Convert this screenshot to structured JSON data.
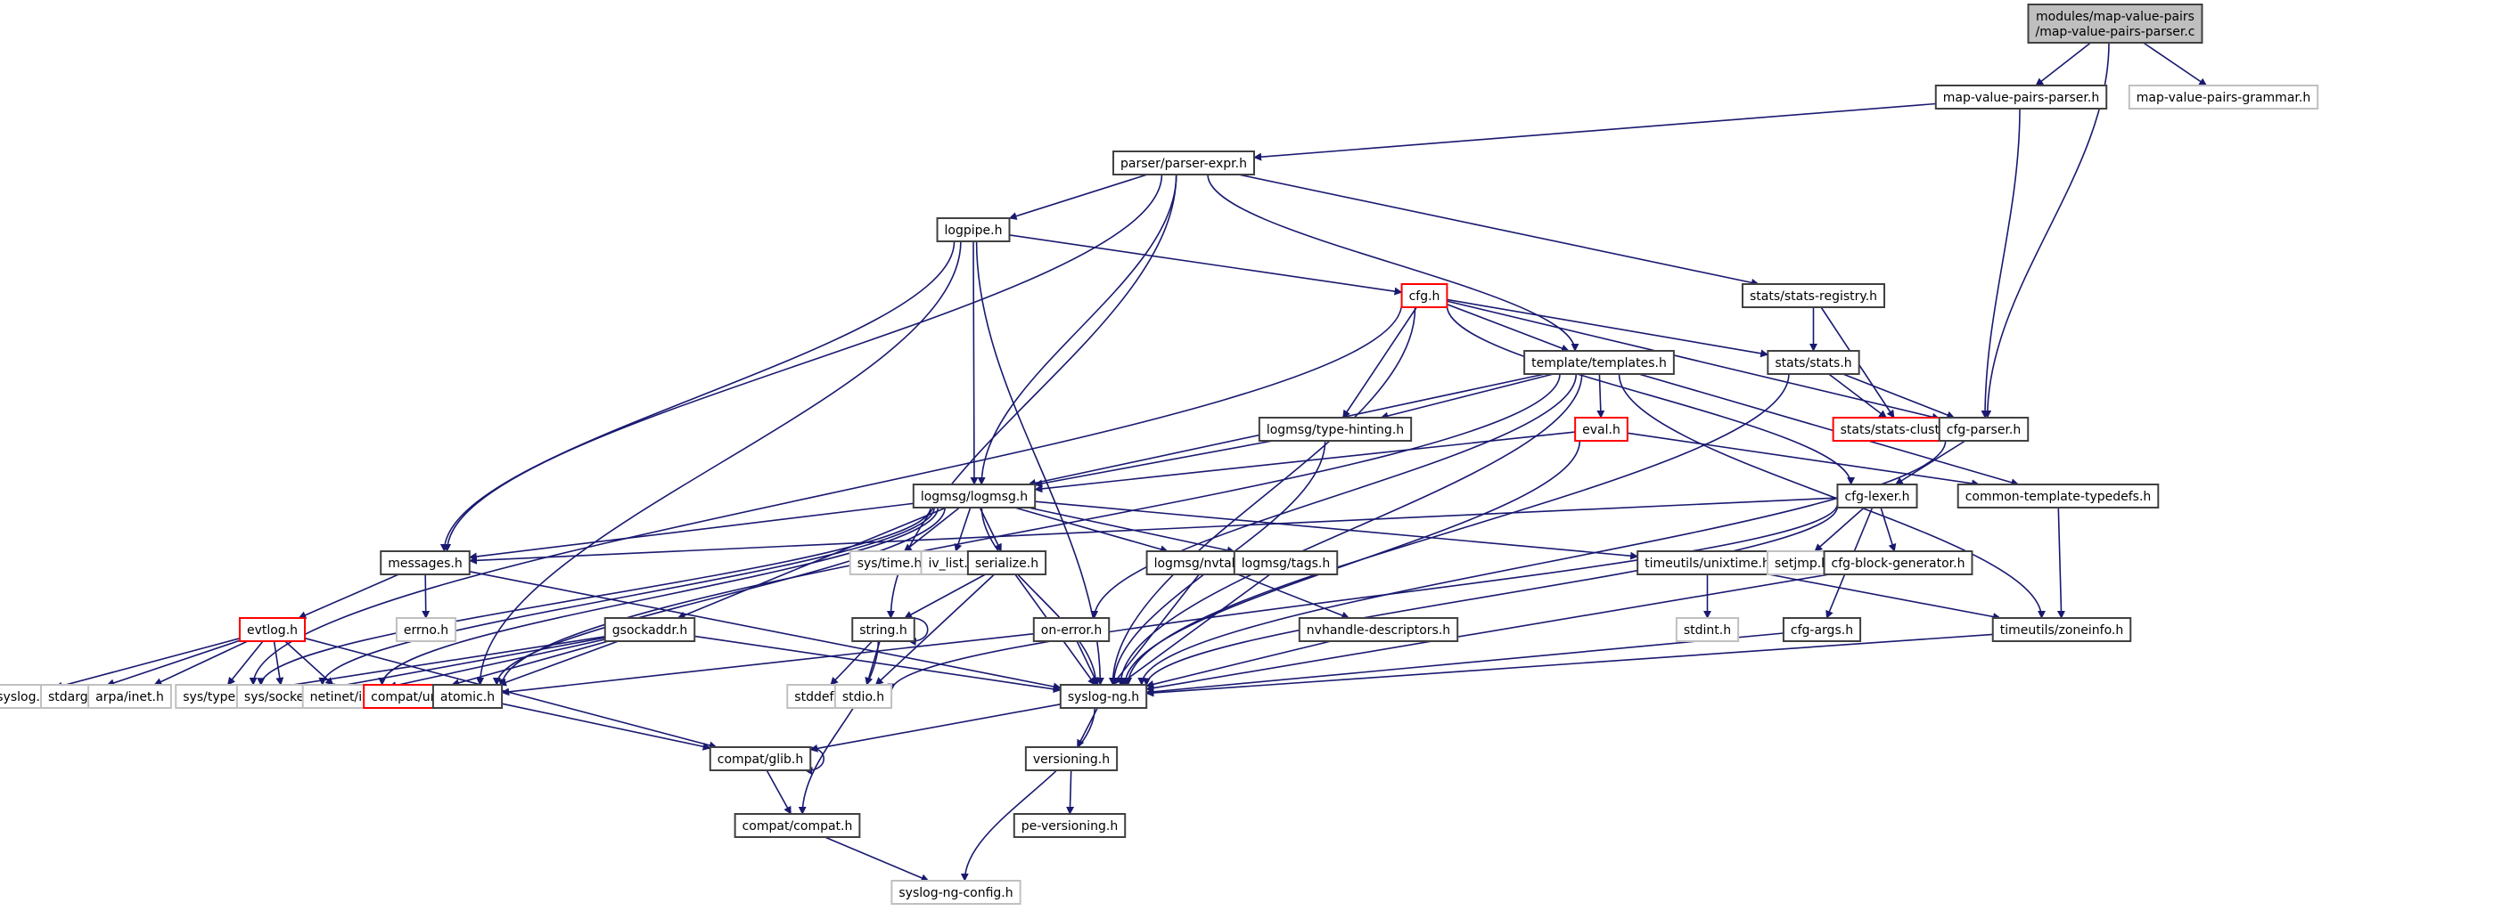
{
  "title": "modules/map-value-pairs/map-value-pairs-parser.c",
  "legend": {
    "root_fill": "#bfbfbf",
    "normal_border": "#404040",
    "external_border": "#c0c0c0",
    "truncated_border": "#ff0000",
    "edge_color": "#191970"
  },
  "nodes": [
    {
      "id": "root",
      "label": [
        "modules/map-value-pairs",
        "/map-value-pairs-parser.c"
      ],
      "kind": "root"
    },
    {
      "id": "mvp_parser_h",
      "label": [
        "map-value-pairs-parser.h"
      ],
      "kind": "normal"
    },
    {
      "id": "mvp_grammar_h",
      "label": [
        "map-value-pairs-grammar.h"
      ],
      "kind": "external"
    },
    {
      "id": "parser_expr_h",
      "label": [
        "parser/parser-expr.h"
      ],
      "kind": "normal"
    },
    {
      "id": "logpipe_h",
      "label": [
        "logpipe.h"
      ],
      "kind": "normal"
    },
    {
      "id": "cfg_h",
      "label": [
        "cfg.h"
      ],
      "kind": "truncated"
    },
    {
      "id": "stats_registry_h",
      "label": [
        "stats/stats-registry.h"
      ],
      "kind": "normal"
    },
    {
      "id": "templates_h",
      "label": [
        "template/templates.h"
      ],
      "kind": "normal"
    },
    {
      "id": "stats_h",
      "label": [
        "stats/stats.h"
      ],
      "kind": "normal"
    },
    {
      "id": "type_hinting_h",
      "label": [
        "logmsg/type-hinting.h"
      ],
      "kind": "normal"
    },
    {
      "id": "eval_h",
      "label": [
        "eval.h"
      ],
      "kind": "truncated"
    },
    {
      "id": "stats_cluster_h",
      "label": [
        "stats/stats-cluster.h"
      ],
      "kind": "truncated"
    },
    {
      "id": "cfg_parser_h",
      "label": [
        "cfg-parser.h"
      ],
      "kind": "normal"
    },
    {
      "id": "logmsg_h",
      "label": [
        "logmsg/logmsg.h"
      ],
      "kind": "normal"
    },
    {
      "id": "cfg_lexer_h",
      "label": [
        "cfg-lexer.h"
      ],
      "kind": "normal"
    },
    {
      "id": "common_tt_h",
      "label": [
        "common-template-typedefs.h"
      ],
      "kind": "normal"
    },
    {
      "id": "messages_h",
      "label": [
        "messages.h"
      ],
      "kind": "normal"
    },
    {
      "id": "sys_time_h",
      "label": [
        "sys/time.h"
      ],
      "kind": "external"
    },
    {
      "id": "iv_list_h",
      "label": [
        "iv_list.h"
      ],
      "kind": "external"
    },
    {
      "id": "serialize_h",
      "label": [
        "serialize.h"
      ],
      "kind": "normal"
    },
    {
      "id": "nvtable_h",
      "label": [
        "logmsg/nvtable.h"
      ],
      "kind": "normal"
    },
    {
      "id": "tags_h",
      "label": [
        "logmsg/tags.h"
      ],
      "kind": "normal"
    },
    {
      "id": "unixtime_h",
      "label": [
        "timeutils/unixtime.h"
      ],
      "kind": "normal"
    },
    {
      "id": "setjmp_h",
      "label": [
        "setjmp.h"
      ],
      "kind": "external"
    },
    {
      "id": "cfg_block_gen_h",
      "label": [
        "cfg-block-generator.h"
      ],
      "kind": "normal"
    },
    {
      "id": "errno_h",
      "label": [
        "errno.h"
      ],
      "kind": "external"
    },
    {
      "id": "evtlog_h",
      "label": [
        "evtlog.h"
      ],
      "kind": "truncated"
    },
    {
      "id": "gsockaddr_h",
      "label": [
        "gsockaddr.h"
      ],
      "kind": "normal"
    },
    {
      "id": "string_h",
      "label": [
        "string.h"
      ],
      "kind": "normal"
    },
    {
      "id": "on_error_h",
      "label": [
        "on-error.h"
      ],
      "kind": "normal"
    },
    {
      "id": "nvhandle_desc_h",
      "label": [
        "nvhandle-descriptors.h"
      ],
      "kind": "normal"
    },
    {
      "id": "stdint_h",
      "label": [
        "stdint.h"
      ],
      "kind": "external"
    },
    {
      "id": "cfg_args_h",
      "label": [
        "cfg-args.h"
      ],
      "kind": "normal"
    },
    {
      "id": "zoneinfo_h",
      "label": [
        "timeutils/zoneinfo.h"
      ],
      "kind": "normal"
    },
    {
      "id": "syslog_h",
      "label": [
        "syslog.h"
      ],
      "kind": "external"
    },
    {
      "id": "stdarg_h",
      "label": [
        "stdarg.h"
      ],
      "kind": "external"
    },
    {
      "id": "arpa_inet_h",
      "label": [
        "arpa/inet.h"
      ],
      "kind": "external"
    },
    {
      "id": "sys_types_h",
      "label": [
        "sys/types.h"
      ],
      "kind": "external"
    },
    {
      "id": "sys_socket_h",
      "label": [
        "sys/socket.h"
      ],
      "kind": "external"
    },
    {
      "id": "netinet_in_h",
      "label": [
        "netinet/in.h"
      ],
      "kind": "external"
    },
    {
      "id": "compat_un_h",
      "label": [
        "compat/un.h"
      ],
      "kind": "truncated"
    },
    {
      "id": "atomic_h",
      "label": [
        "atomic.h"
      ],
      "kind": "normal"
    },
    {
      "id": "stddef_h",
      "label": [
        "stddef.h"
      ],
      "kind": "external"
    },
    {
      "id": "stdio_h",
      "label": [
        "stdio.h"
      ],
      "kind": "external"
    },
    {
      "id": "syslog_ng_h",
      "label": [
        "syslog-ng.h"
      ],
      "kind": "normal"
    },
    {
      "id": "compat_glib_h",
      "label": [
        "compat/glib.h"
      ],
      "kind": "normal"
    },
    {
      "id": "versioning_h",
      "label": [
        "versioning.h"
      ],
      "kind": "normal"
    },
    {
      "id": "compat_compat_h",
      "label": [
        "compat/compat.h"
      ],
      "kind": "normal"
    },
    {
      "id": "pe_versioning_h",
      "label": [
        "pe-versioning.h"
      ],
      "kind": "normal"
    },
    {
      "id": "syslog_ng_config_h",
      "label": [
        "syslog-ng-config.h"
      ],
      "kind": "external"
    }
  ],
  "edges": [
    [
      "root",
      "mvp_parser_h"
    ],
    [
      "root",
      "mvp_grammar_h"
    ],
    [
      "root",
      "cfg_parser_h"
    ],
    [
      "mvp_parser_h",
      "parser_expr_h"
    ],
    [
      "mvp_parser_h",
      "cfg_parser_h"
    ],
    [
      "parser_expr_h",
      "logpipe_h"
    ],
    [
      "parser_expr_h",
      "templates_h"
    ],
    [
      "parser_expr_h",
      "stats_registry_h"
    ],
    [
      "parser_expr_h",
      "logmsg_h"
    ],
    [
      "parser_expr_h",
      "messages_h"
    ],
    [
      "parser_expr_h",
      "string_h"
    ],
    [
      "logpipe_h",
      "cfg_h"
    ],
    [
      "logpipe_h",
      "logmsg_h"
    ],
    [
      "logpipe_h",
      "messages_h"
    ],
    [
      "logpipe_h",
      "atomic_h"
    ],
    [
      "logpipe_h",
      "syslog_ng_h"
    ],
    [
      "cfg_h",
      "templates_h"
    ],
    [
      "cfg_h",
      "stats_h"
    ],
    [
      "cfg_h",
      "cfg_parser_h"
    ],
    [
      "cfg_h",
      "type_hinting_h"
    ],
    [
      "cfg_h",
      "cfg_lexer_h"
    ],
    [
      "cfg_h",
      "sys_types_h"
    ],
    [
      "cfg_h",
      "syslog_ng_h"
    ],
    [
      "stats_registry_h",
      "stats_h"
    ],
    [
      "stats_registry_h",
      "stats_cluster_h"
    ],
    [
      "stats_h",
      "stats_cluster_h"
    ],
    [
      "stats_h",
      "cfg_parser_h"
    ],
    [
      "stats_h",
      "syslog_ng_h"
    ],
    [
      "templates_h",
      "type_hinting_h"
    ],
    [
      "templates_h",
      "eval_h"
    ],
    [
      "templates_h",
      "logmsg_h"
    ],
    [
      "templates_h",
      "common_tt_h"
    ],
    [
      "templates_h",
      "on_error_h"
    ],
    [
      "templates_h",
      "zoneinfo_h"
    ],
    [
      "templates_h",
      "atomic_h"
    ],
    [
      "templates_h",
      "syslog_ng_h"
    ],
    [
      "type_hinting_h",
      "logmsg_h"
    ],
    [
      "type_hinting_h",
      "syslog_ng_h"
    ],
    [
      "eval_h",
      "logmsg_h"
    ],
    [
      "eval_h",
      "common_tt_h"
    ],
    [
      "eval_h",
      "syslog_ng_h"
    ],
    [
      "cfg_parser_h",
      "cfg_lexer_h"
    ],
    [
      "cfg_parser_h",
      "syslog_ng_h"
    ],
    [
      "cfg_lexer_h",
      "messages_h"
    ],
    [
      "cfg_lexer_h",
      "setjmp_h"
    ],
    [
      "cfg_lexer_h",
      "cfg_block_gen_h"
    ],
    [
      "cfg_lexer_h",
      "cfg_args_h"
    ],
    [
      "cfg_lexer_h",
      "stdio_h"
    ],
    [
      "cfg_lexer_h",
      "syslog_ng_h"
    ],
    [
      "common_tt_h",
      "zoneinfo_h"
    ],
    [
      "logmsg_h",
      "messages_h"
    ],
    [
      "logmsg_h",
      "sys_time_h"
    ],
    [
      "logmsg_h",
      "iv_list_h"
    ],
    [
      "logmsg_h",
      "serialize_h"
    ],
    [
      "logmsg_h",
      "nvtable_h"
    ],
    [
      "logmsg_h",
      "tags_h"
    ],
    [
      "logmsg_h",
      "unixtime_h"
    ],
    [
      "logmsg_h",
      "gsockaddr_h"
    ],
    [
      "logmsg_h",
      "atomic_h"
    ],
    [
      "logmsg_h",
      "sys_types_h"
    ],
    [
      "logmsg_h",
      "sys_socket_h"
    ],
    [
      "logmsg_h",
      "netinet_in_h"
    ],
    [
      "logmsg_h",
      "syslog_ng_h"
    ],
    [
      "messages_h",
      "evtlog_h"
    ],
    [
      "messages_h",
      "errno_h"
    ],
    [
      "messages_h",
      "syslog_ng_h"
    ],
    [
      "serialize_h",
      "string_h"
    ],
    [
      "serialize_h",
      "stdio_h"
    ],
    [
      "serialize_h",
      "syslog_ng_h"
    ],
    [
      "nvtable_h",
      "nvhandle_desc_h"
    ],
    [
      "nvtable_h",
      "syslog_ng_h"
    ],
    [
      "tags_h",
      "syslog_ng_h"
    ],
    [
      "unixtime_h",
      "stdint_h"
    ],
    [
      "unixtime_h",
      "zoneinfo_h"
    ],
    [
      "cfg_block_gen_h",
      "syslog_ng_h"
    ],
    [
      "cfg_args_h",
      "syslog_ng_h"
    ],
    [
      "zoneinfo_h",
      "syslog_ng_h"
    ],
    [
      "nvhandle_desc_h",
      "syslog_ng_h"
    ],
    [
      "evtlog_h",
      "syslog_h"
    ],
    [
      "evtlog_h",
      "stdarg_h"
    ],
    [
      "evtlog_h",
      "arpa_inet_h"
    ],
    [
      "evtlog_h",
      "sys_types_h"
    ],
    [
      "evtlog_h",
      "sys_socket_h"
    ],
    [
      "evtlog_h",
      "netinet_in_h"
    ],
    [
      "evtlog_h",
      "compat_glib_h"
    ],
    [
      "gsockaddr_h",
      "sys_types_h"
    ],
    [
      "gsockaddr_h",
      "sys_socket_h"
    ],
    [
      "gsockaddr_h",
      "netinet_in_h"
    ],
    [
      "gsockaddr_h",
      "compat_un_h"
    ],
    [
      "gsockaddr_h",
      "atomic_h"
    ],
    [
      "gsockaddr_h",
      "syslog_ng_h"
    ],
    [
      "string_h",
      "string_h"
    ],
    [
      "string_h",
      "stddef_h"
    ],
    [
      "string_h",
      "stdio_h"
    ],
    [
      "string_h",
      "compat_compat_h"
    ],
    [
      "on_error_h",
      "atomic_h"
    ],
    [
      "on_error_h",
      "syslog_ng_h"
    ],
    [
      "atomic_h",
      "compat_glib_h"
    ],
    [
      "syslog_ng_h",
      "compat_glib_h"
    ],
    [
      "syslog_ng_h",
      "versioning_h"
    ],
    [
      "syslog_ng_h",
      "syslog_ng_config_h"
    ],
    [
      "compat_glib_h",
      "compat_glib_h"
    ],
    [
      "compat_glib_h",
      "compat_compat_h"
    ],
    [
      "versioning_h",
      "pe_versioning_h"
    ],
    [
      "compat_compat_h",
      "syslog_ng_config_h"
    ]
  ]
}
